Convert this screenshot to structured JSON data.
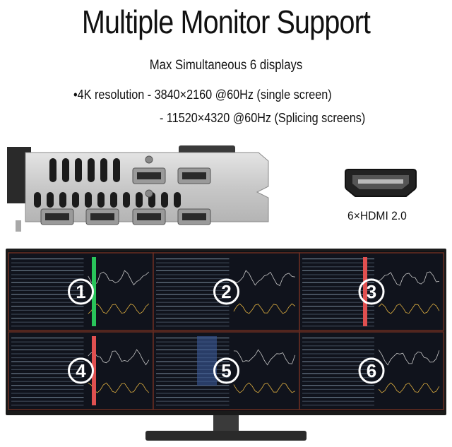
{
  "title": "Multiple Monitor Support",
  "subtitle": "Max Simultaneous 6 displays",
  "spec_line_1": "•4K resolution - 3840×2160 @60Hz (single screen)",
  "spec_line_2": "- 11520×4320 @60Hz (Splicing screens)",
  "port_label": "6×HDMI 2.0",
  "screens": [
    {
      "number": "1"
    },
    {
      "number": "2"
    },
    {
      "number": "3"
    },
    {
      "number": "4"
    },
    {
      "number": "5"
    },
    {
      "number": "6"
    }
  ],
  "colors": {
    "bezel": "#1a1a1a",
    "screen_bg": "#0b0d14",
    "divider": "#7a3a2a",
    "badge": "#ffffff"
  }
}
